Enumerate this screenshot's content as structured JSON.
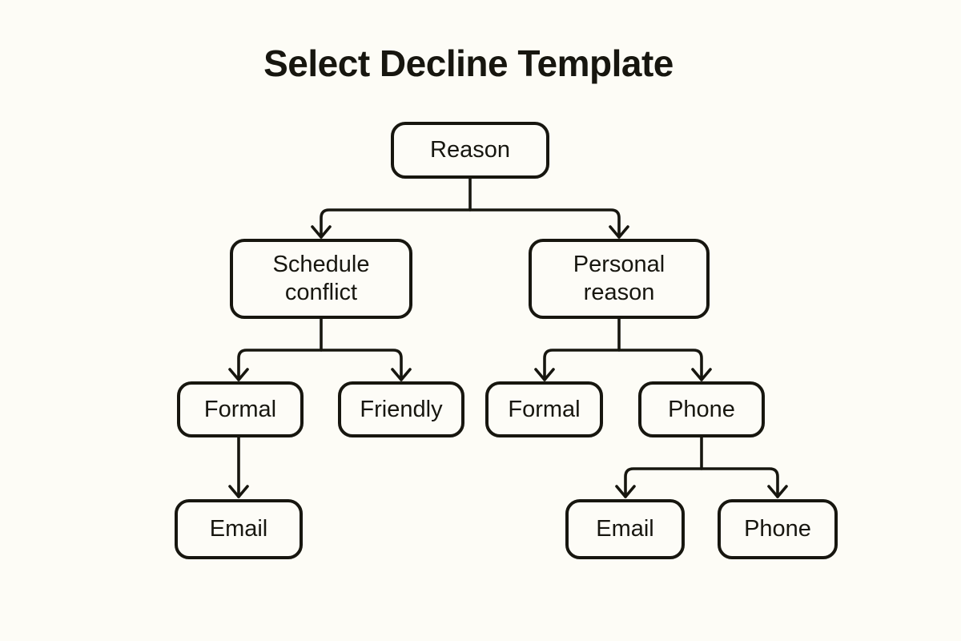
{
  "title": "Select Decline Template",
  "colors": {
    "background": "#fdfcf6",
    "node_border": "#17160f",
    "node_fill": "#fdfcf7",
    "text": "#17160f",
    "connector": "#17160f"
  },
  "diagram": {
    "type": "flowchart",
    "direction": "top-down",
    "nodes": [
      {
        "id": "reason",
        "label": "Reason",
        "parent": null
      },
      {
        "id": "schedule-conflict",
        "label": "Schedule conflict",
        "parent": "reason"
      },
      {
        "id": "personal-reason",
        "label": "Personal reason",
        "parent": "reason"
      },
      {
        "id": "formal-schedule",
        "label": "Formal",
        "parent": "schedule-conflict"
      },
      {
        "id": "friendly",
        "label": "Friendly",
        "parent": "schedule-conflict"
      },
      {
        "id": "formal-personal",
        "label": "Formal",
        "parent": "personal-reason"
      },
      {
        "id": "phone",
        "label": "Phone",
        "parent": "personal-reason"
      },
      {
        "id": "email-schedule",
        "label": "Email",
        "parent": "formal-schedule"
      },
      {
        "id": "email-personal",
        "label": "Email",
        "parent": "phone"
      },
      {
        "id": "phone-final",
        "label": "Phone",
        "parent": "phone"
      }
    ],
    "edges": [
      {
        "from": "reason",
        "to": "schedule-conflict"
      },
      {
        "from": "reason",
        "to": "personal-reason"
      },
      {
        "from": "schedule-conflict",
        "to": "formal-schedule"
      },
      {
        "from": "schedule-conflict",
        "to": "friendly"
      },
      {
        "from": "personal-reason",
        "to": "formal-personal"
      },
      {
        "from": "personal-reason",
        "to": "phone"
      },
      {
        "from": "formal-schedule",
        "to": "email-schedule"
      },
      {
        "from": "phone",
        "to": "email-personal"
      },
      {
        "from": "phone",
        "to": "phone-final"
      }
    ]
  }
}
